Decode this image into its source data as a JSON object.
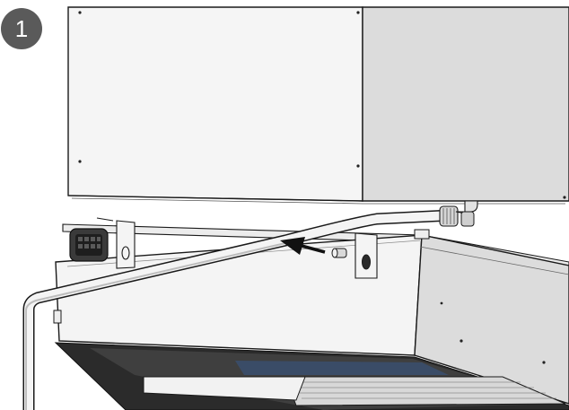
{
  "step": {
    "number": "1"
  },
  "colors": {
    "badge_bg": "#5a5a5a",
    "badge_text": "#ffffff",
    "line": "#1a1a1a",
    "panel_front": "#f4f4f4",
    "panel_side": "#d9d9d9",
    "shadow": "#2b2b2b",
    "filter_blue": "#3a4f6e"
  },
  "illustration": {
    "upper_unit": "cabinet",
    "lower_unit": "drawer-frame",
    "hose": "hose",
    "arrow_direction": "left"
  }
}
